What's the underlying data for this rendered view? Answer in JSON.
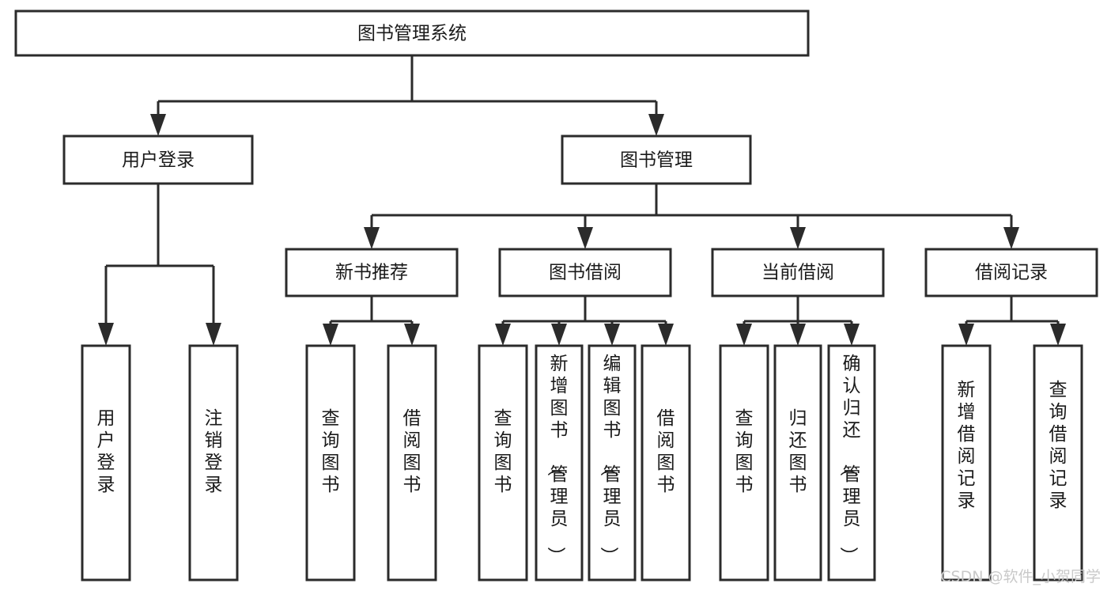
{
  "diagram": {
    "type": "tree",
    "orientation": "top-down",
    "root": "图书管理系统",
    "levels": 4,
    "nodes": {
      "root": {
        "label": "图书管理系统",
        "level": 0,
        "text_orientation": "horizontal"
      },
      "l1_0": {
        "label": "用户登录",
        "level": 1,
        "text_orientation": "horizontal"
      },
      "l1_1": {
        "label": "图书管理",
        "level": 1,
        "text_orientation": "horizontal"
      },
      "l2_0": {
        "label": "新书推荐",
        "level": 2,
        "text_orientation": "horizontal"
      },
      "l2_1": {
        "label": "图书借阅",
        "level": 2,
        "text_orientation": "horizontal"
      },
      "l2_2": {
        "label": "当前借阅",
        "level": 2,
        "text_orientation": "horizontal"
      },
      "l2_3": {
        "label": "借阅记录",
        "level": 2,
        "text_orientation": "horizontal"
      },
      "leaf_0": {
        "label": "用户登录",
        "level": 3,
        "text_orientation": "vertical",
        "parent": "l1_0"
      },
      "leaf_1": {
        "label": "注销登录",
        "level": 3,
        "text_orientation": "vertical",
        "parent": "l1_0"
      },
      "leaf_2": {
        "label": "查询图书",
        "level": 3,
        "text_orientation": "vertical",
        "parent": "l2_0"
      },
      "leaf_3": {
        "label": "借阅图书",
        "level": 3,
        "text_orientation": "vertical",
        "parent": "l2_0"
      },
      "leaf_4": {
        "label": "查询图书",
        "level": 3,
        "text_orientation": "vertical",
        "parent": "l2_1"
      },
      "leaf_5": {
        "label": "新增图书（管理员）",
        "level": 3,
        "text_orientation": "vertical",
        "parent": "l2_1"
      },
      "leaf_6": {
        "label": "编辑图书（管理员）",
        "level": 3,
        "text_orientation": "vertical",
        "parent": "l2_1"
      },
      "leaf_7": {
        "label": "借阅图书",
        "level": 3,
        "text_orientation": "vertical",
        "parent": "l2_1"
      },
      "leaf_8": {
        "label": "查询图书",
        "level": 3,
        "text_orientation": "vertical",
        "parent": "l2_2"
      },
      "leaf_9": {
        "label": "归还图书",
        "level": 3,
        "text_orientation": "vertical",
        "parent": "l2_2"
      },
      "leaf_10": {
        "label": "确认归还（管理员）",
        "level": 3,
        "text_orientation": "vertical",
        "parent": "l2_2"
      },
      "leaf_11": {
        "label": "新增借阅记录",
        "level": 3,
        "text_orientation": "vertical",
        "parent": "l2_3"
      },
      "leaf_12": {
        "label": "查询借阅记录",
        "level": 3,
        "text_orientation": "vertical",
        "parent": "l2_3"
      }
    },
    "edges": [
      {
        "from": "root",
        "to": "l1_0"
      },
      {
        "from": "root",
        "to": "l1_1"
      },
      {
        "from": "l1_1",
        "to": "l2_0"
      },
      {
        "from": "l1_1",
        "to": "l2_1"
      },
      {
        "from": "l1_1",
        "to": "l2_2"
      },
      {
        "from": "l1_1",
        "to": "l2_3"
      },
      {
        "from": "l1_0",
        "to": "leaf_0"
      },
      {
        "from": "l1_0",
        "to": "leaf_1"
      },
      {
        "from": "l2_0",
        "to": "leaf_2"
      },
      {
        "from": "l2_0",
        "to": "leaf_3"
      },
      {
        "from": "l2_1",
        "to": "leaf_4"
      },
      {
        "from": "l2_1",
        "to": "leaf_5"
      },
      {
        "from": "l2_1",
        "to": "leaf_6"
      },
      {
        "from": "l2_1",
        "to": "leaf_7"
      },
      {
        "from": "l2_2",
        "to": "leaf_8"
      },
      {
        "from": "l2_2",
        "to": "leaf_9"
      },
      {
        "from": "l2_2",
        "to": "leaf_10"
      },
      {
        "from": "l2_3",
        "to": "leaf_11"
      },
      {
        "from": "l2_3",
        "to": "leaf_12"
      }
    ]
  },
  "colors": {
    "stroke": "#2b2b2b",
    "fill": "#ffffff",
    "text": "#1a1a1a",
    "watermark": "#c9c9c9",
    "background": "#ffffff"
  },
  "watermark": {
    "text": "CSDN @软件_小贺同学"
  }
}
